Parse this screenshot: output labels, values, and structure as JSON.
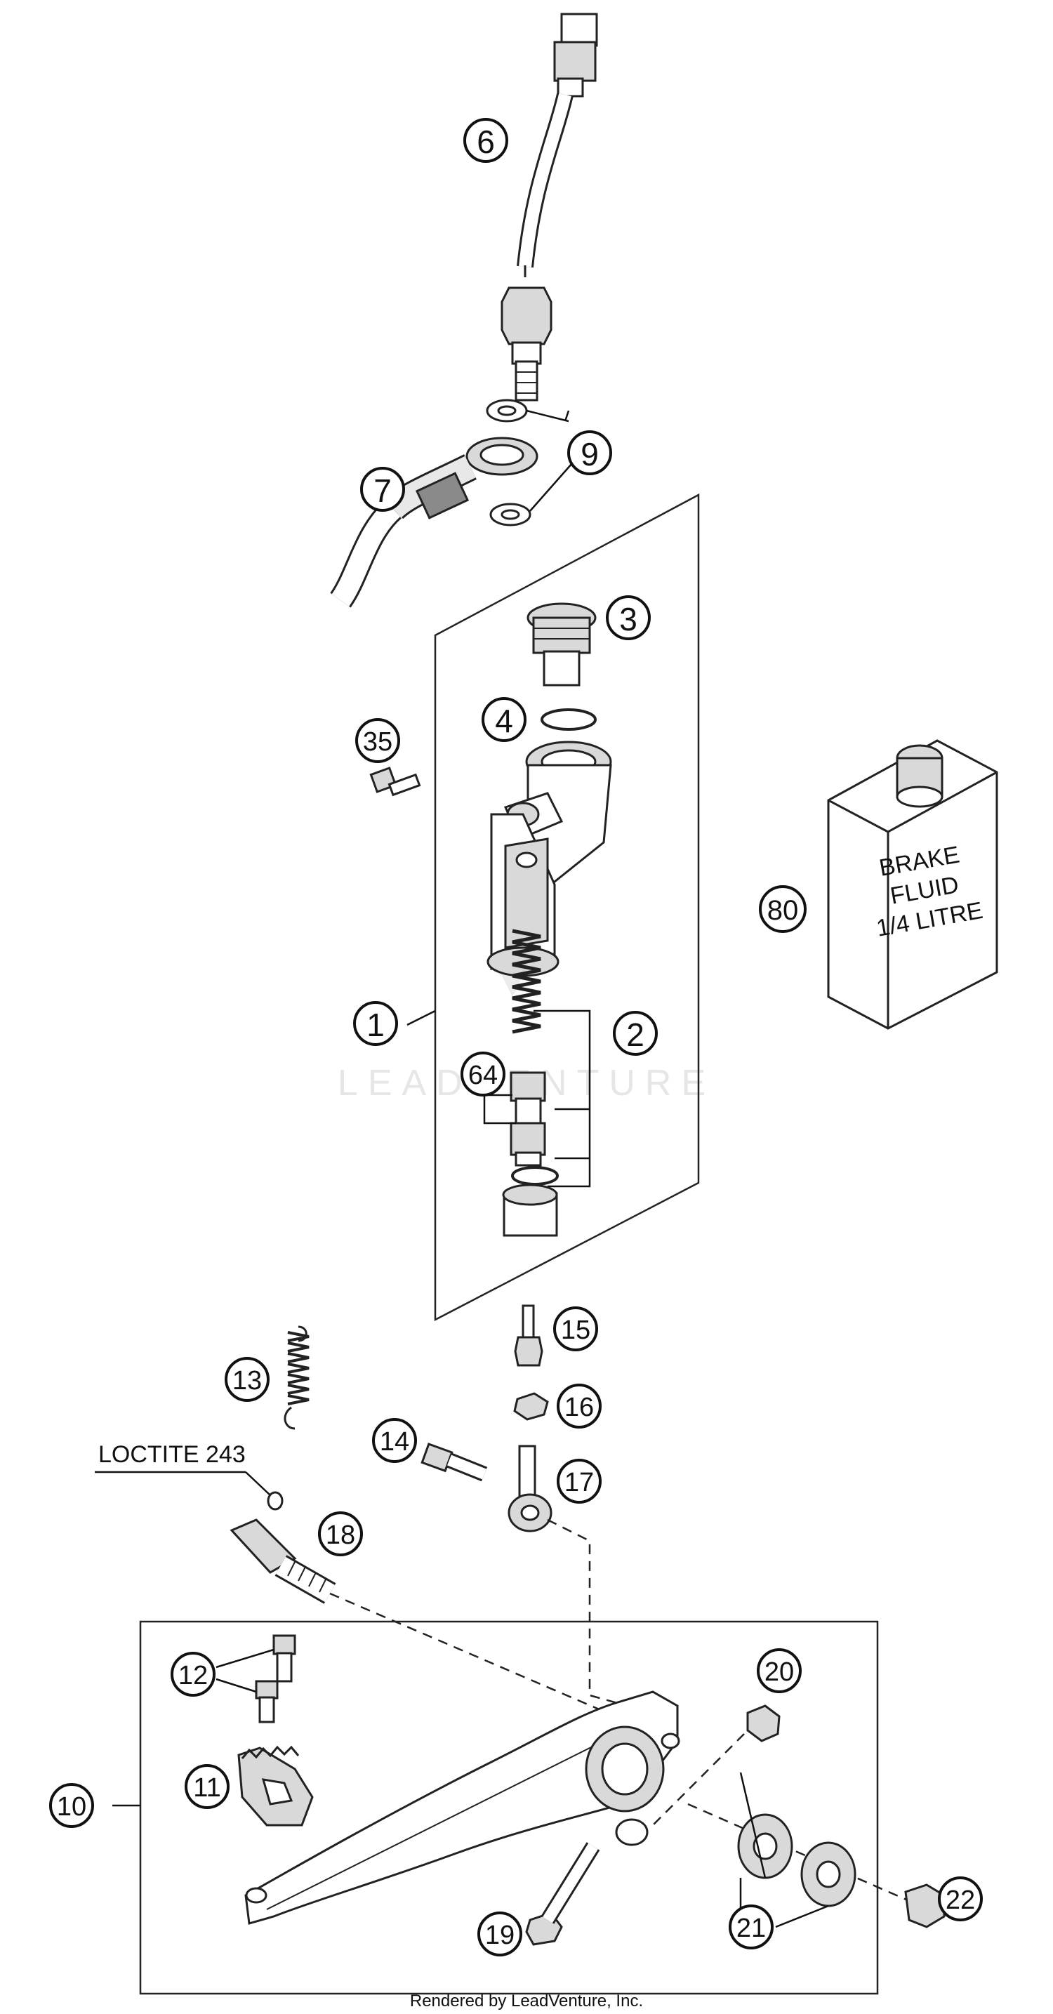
{
  "callouts": [
    {
      "id": "c1",
      "label": "1"
    },
    {
      "id": "c2",
      "label": "2"
    },
    {
      "id": "c3",
      "label": "3"
    },
    {
      "id": "c4",
      "label": "4"
    },
    {
      "id": "c6",
      "label": "6"
    },
    {
      "id": "c7",
      "label": "7"
    },
    {
      "id": "c9",
      "label": "9"
    },
    {
      "id": "c10",
      "label": "10"
    },
    {
      "id": "c11",
      "label": "11"
    },
    {
      "id": "c12",
      "label": "12"
    },
    {
      "id": "c13",
      "label": "13"
    },
    {
      "id": "c14",
      "label": "14"
    },
    {
      "id": "c15",
      "label": "15"
    },
    {
      "id": "c16",
      "label": "16"
    },
    {
      "id": "c17",
      "label": "17"
    },
    {
      "id": "c18",
      "label": "18"
    },
    {
      "id": "c19",
      "label": "19"
    },
    {
      "id": "c20",
      "label": "20"
    },
    {
      "id": "c21",
      "label": "21"
    },
    {
      "id": "c22",
      "label": "22"
    },
    {
      "id": "c35",
      "label": "35"
    },
    {
      "id": "c64",
      "label": "64"
    },
    {
      "id": "c80",
      "label": "80"
    }
  ],
  "note": {
    "loctite": "LOCTITE 243"
  },
  "fluid_can": {
    "line1": "BRAKE",
    "line2": "FLUID",
    "line3": "1/4 LITRE"
  },
  "footer": "Rendered by LeadVenture, Inc.",
  "watermark": "LEADVENTURE"
}
